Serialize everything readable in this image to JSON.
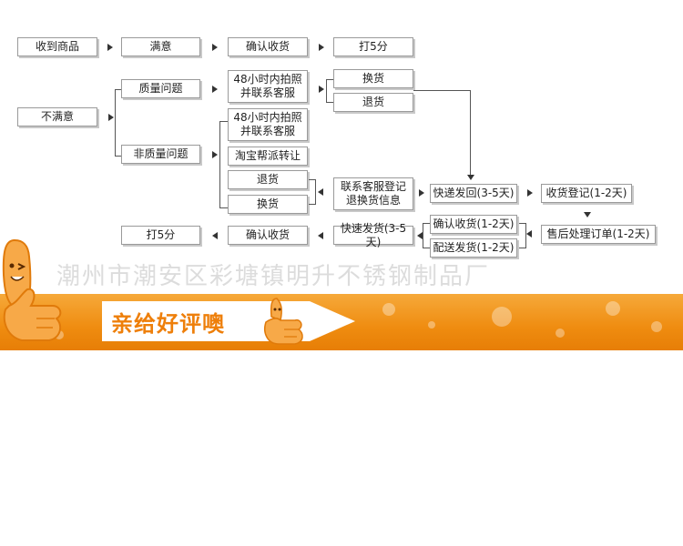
{
  "flow": {
    "receive_goods": "收到商品",
    "satisfied": "满意",
    "confirm_receipt_top": "确认收货",
    "rate_top": "打5分",
    "unsatisfied": "不满意",
    "quality_issue": "质量问题",
    "contact_48h_a": [
      "48小时内拍照",
      "并联系客服"
    ],
    "exchange_a": "换货",
    "refund_a": "退货",
    "non_quality_issue": "非质量问题",
    "contact_48h_b": [
      "48小时内拍照",
      "并联系客服"
    ],
    "taobao_assign": "淘宝帮派转让",
    "refund_b": "退货",
    "exchange_b": "换货",
    "register_service": [
      "联系客服登记",
      "退换货信息"
    ],
    "express_return": "快递发回(3-5天)",
    "receive_register": "收货登记(1-2天)",
    "after_sales": "售后处理订单(1-2天)",
    "confirm_receipt_mid": "确认收货(1-2天)",
    "ship_delivery": "配送发货(1-2天)",
    "fast_ship": "快速发货(3-5天)",
    "confirm_receipt_bottom": "确认收货",
    "rate_bottom": "打5分"
  },
  "watermark": "潮州市潮安区彩塘镇明升不锈钢制品厂",
  "slogan": "亲给好评噢",
  "colors": {
    "banner_orange": "#ef8c10",
    "slogan_text": "#ee7f0a",
    "box_border": "#9a9a9a"
  }
}
